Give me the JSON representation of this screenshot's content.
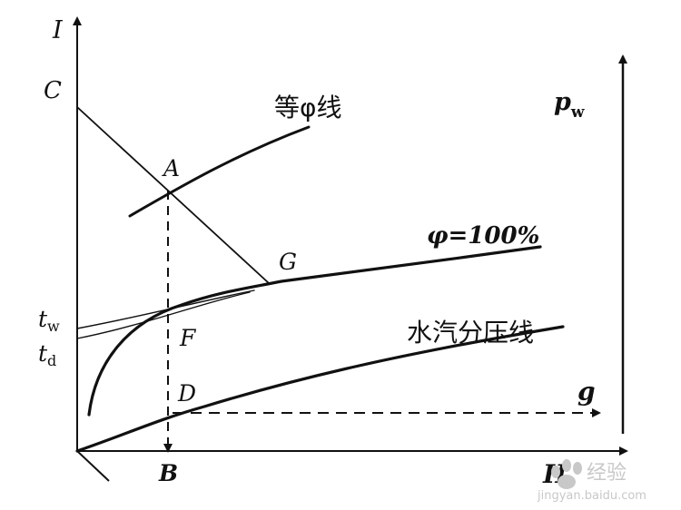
{
  "labels": {
    "axis_i": "I",
    "axis_h": "H",
    "axis_pw_main": "p",
    "axis_pw_sub": "w",
    "axis_g": "g",
    "point_c": "C",
    "point_a": "A",
    "point_g": "G",
    "point_f": "F",
    "point_d": "D",
    "point_b": "B",
    "tw_main": "t",
    "tw_sub": "w",
    "td_main": "t",
    "td_sub": "d",
    "phi_line": "等φ线",
    "phi_100": "φ=100%",
    "vapor_pressure_line": "水汽分压线"
  },
  "watermark": {
    "brand_text": "经验",
    "url_text": "jingyan.baidu.com"
  },
  "colors": {
    "ink": "#111111",
    "background": "#ffffff",
    "watermark": "#c8c8c8"
  }
}
